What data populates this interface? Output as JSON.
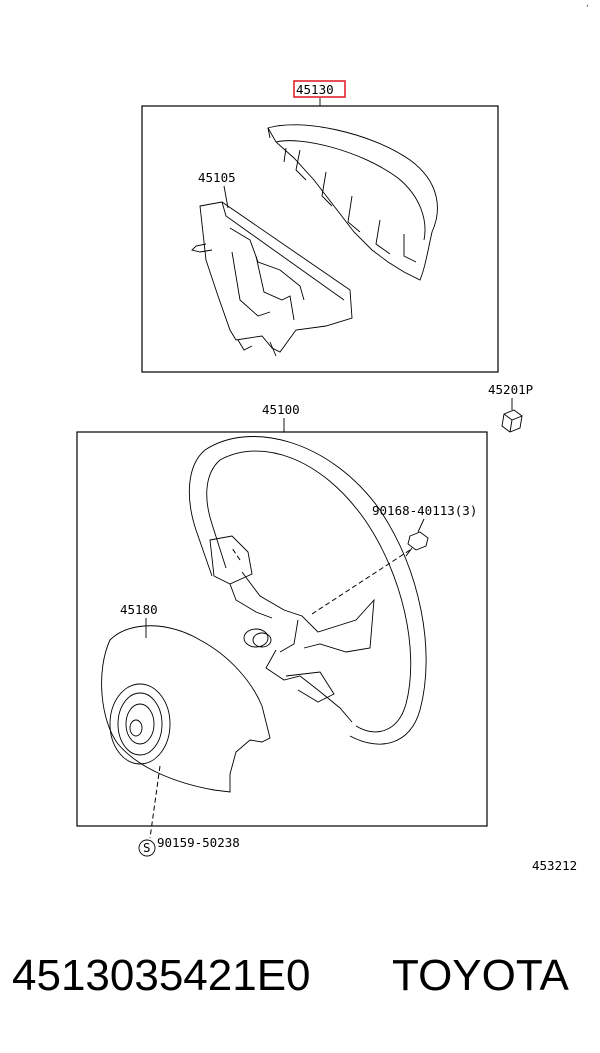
{
  "diagram": {
    "highlight_color": "#e0242c",
    "labels": {
      "top_part": "45130",
      "airbag_frame": "45105",
      "nut": "45201P",
      "wheel": "45100",
      "bolt": "90168-40113(3)",
      "pad": "45180",
      "screw_symbol": "S",
      "screw": "90159-50238",
      "figure_code": "453212"
    },
    "footer": {
      "part_number": "4513035421E0",
      "brand": "TOYOTA"
    }
  }
}
